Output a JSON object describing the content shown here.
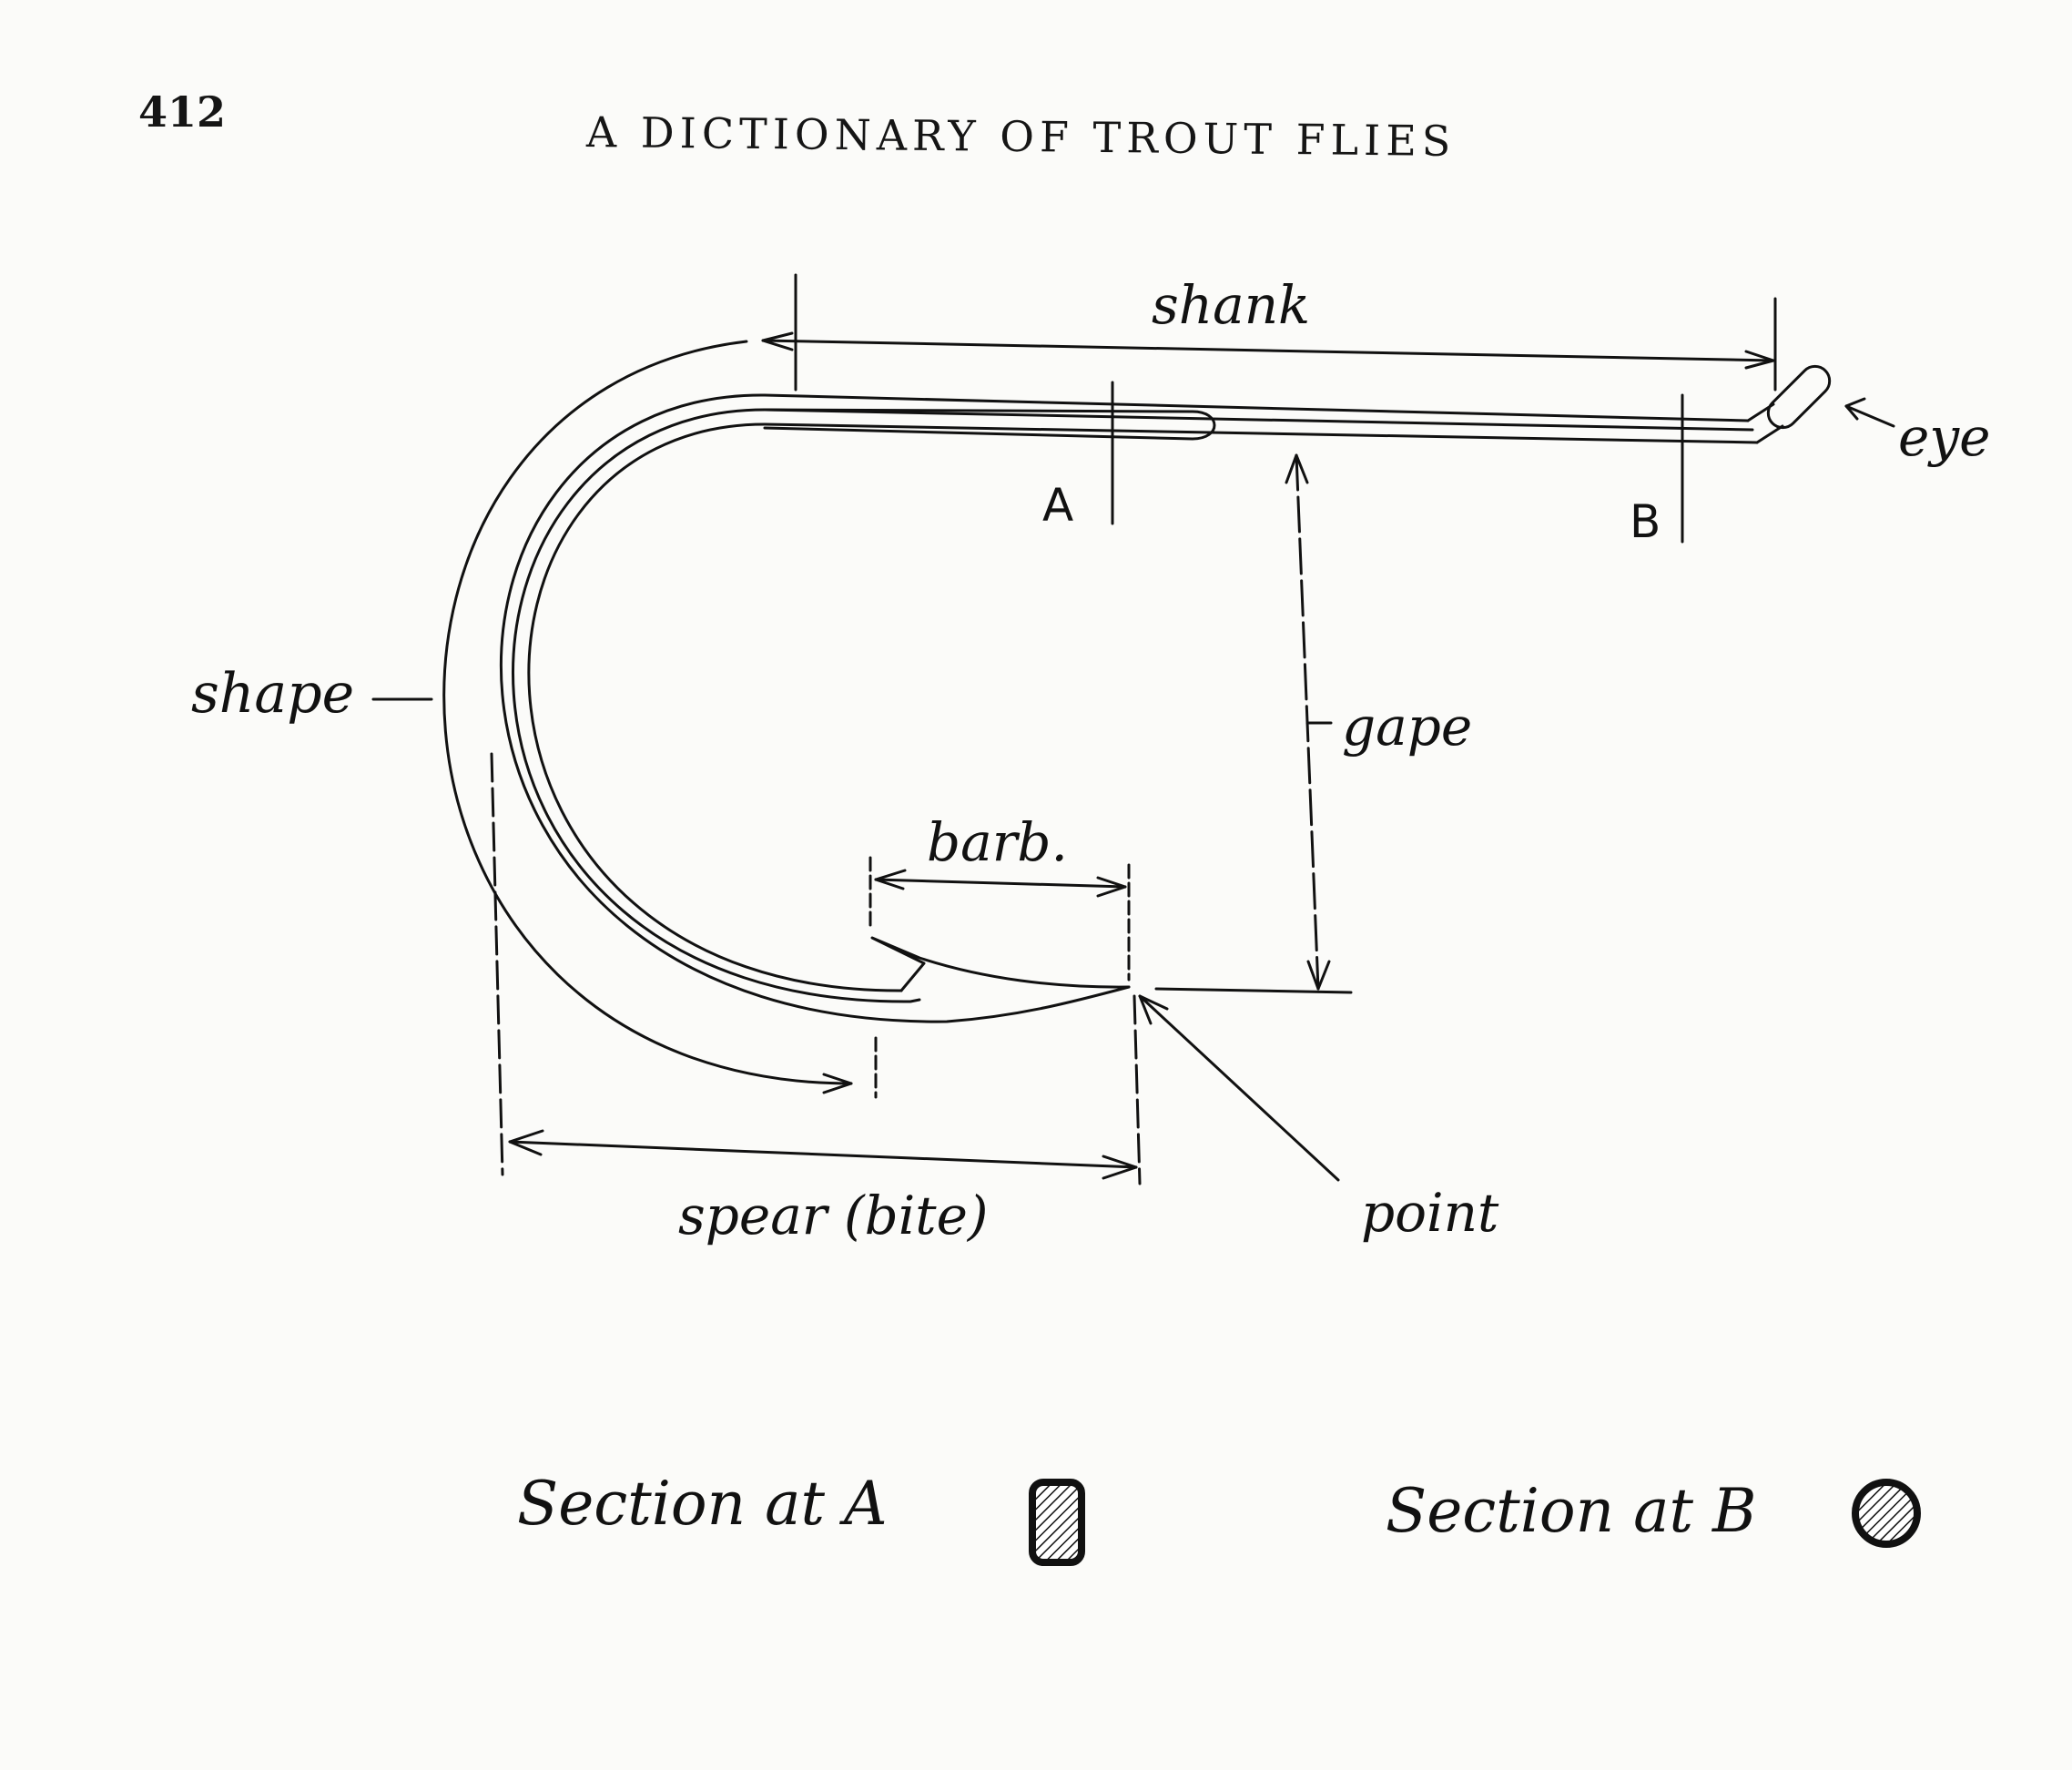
{
  "header": {
    "page_number": "412",
    "running_head": "A DICTIONARY OF TROUT FLIES"
  },
  "diagram": {
    "labels": {
      "shank": "shank",
      "eye": "eye",
      "section_a_marker": "A",
      "section_b_marker": "B",
      "shape": "shape",
      "gape": "gape",
      "barb": "barb.",
      "spear": "spear (bite)",
      "point": "point"
    },
    "sections": {
      "a_label": "Section at A",
      "b_label": "Section at B"
    }
  }
}
